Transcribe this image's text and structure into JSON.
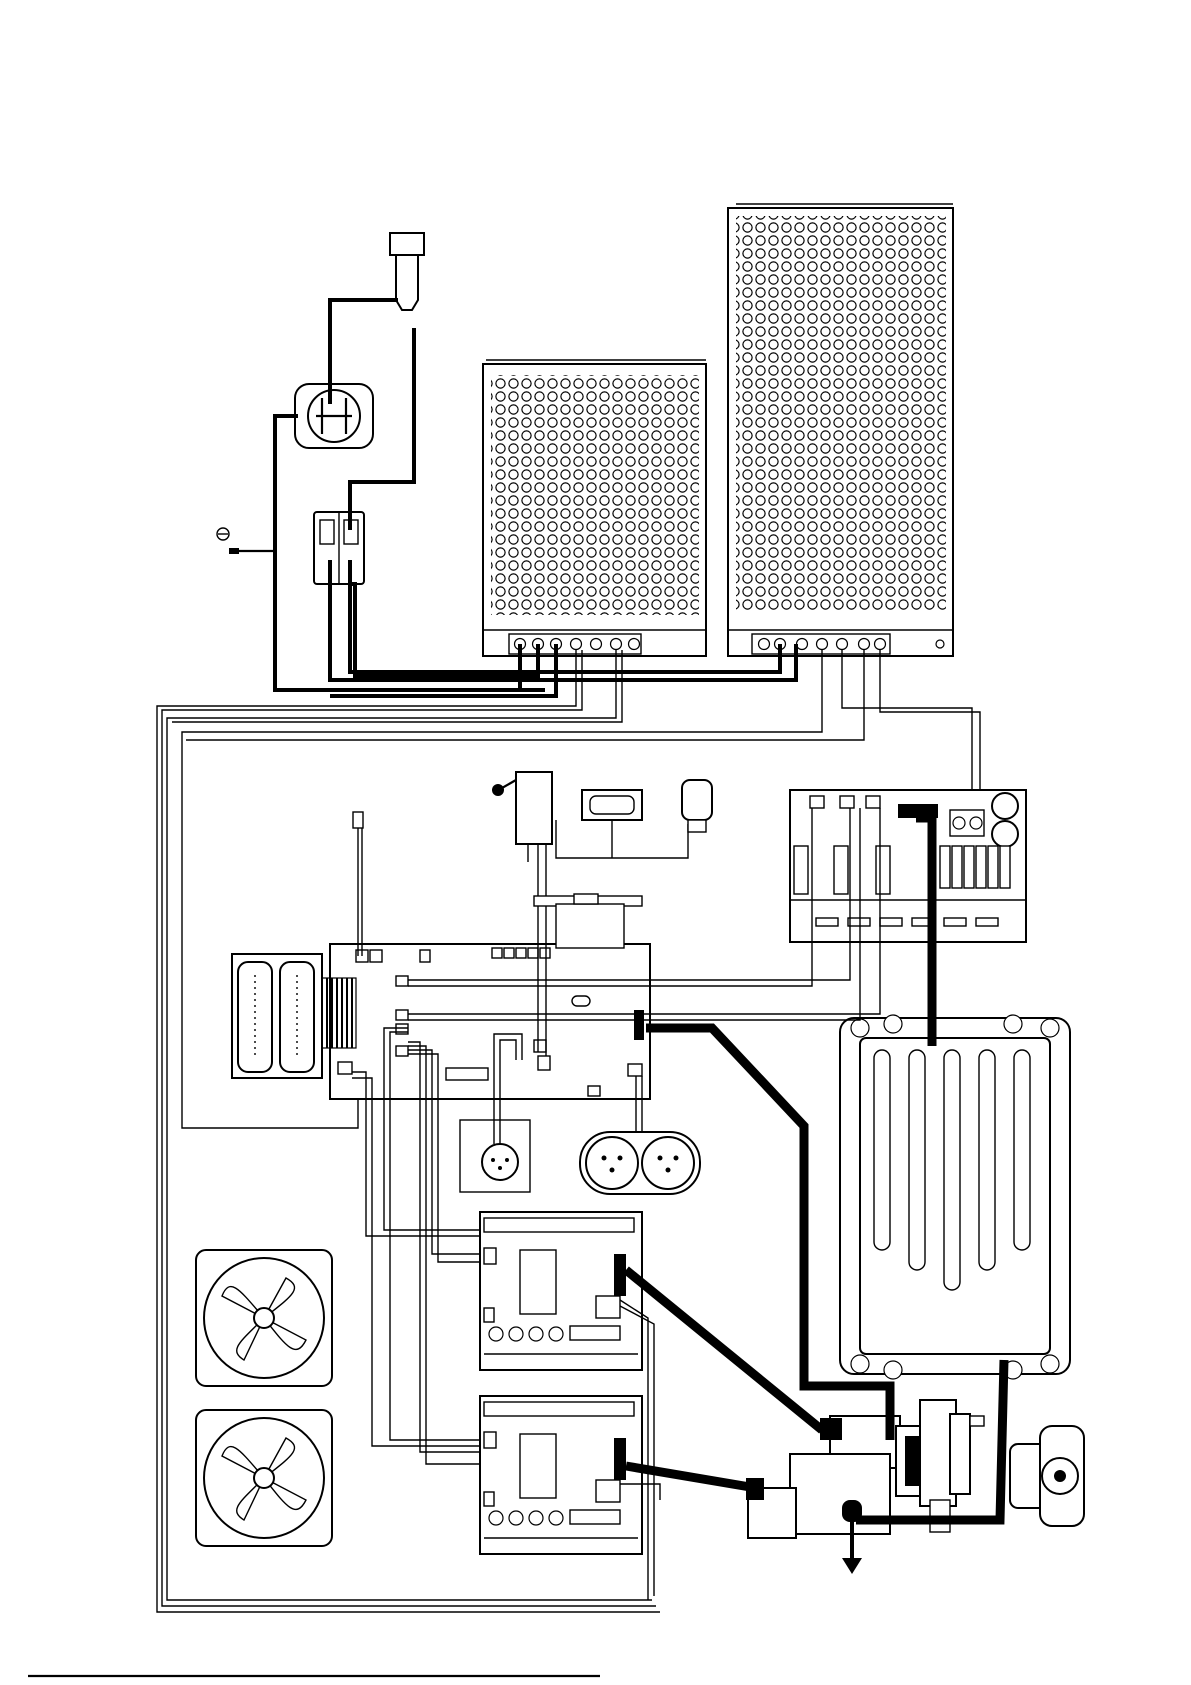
{
  "diagram": {
    "colors": {
      "line": "#000000",
      "background": "#ffffff"
    },
    "components": [
      "power-supply-small",
      "power-supply-large",
      "power-socket",
      "power-switch",
      "fuse-holder",
      "ground-symbol",
      "control-board",
      "relay-board",
      "motor-driver-board-1",
      "motor-driver-board-2",
      "cooling-fan-1",
      "cooling-fan-2",
      "heater-block",
      "stepper-motor-assembly",
      "extruder-assembly",
      "db25-connector",
      "db9-connector",
      "micro-switch",
      "push-button",
      "xlr-connector-pair",
      "din-connector",
      "temperature-sensor"
    ]
  }
}
